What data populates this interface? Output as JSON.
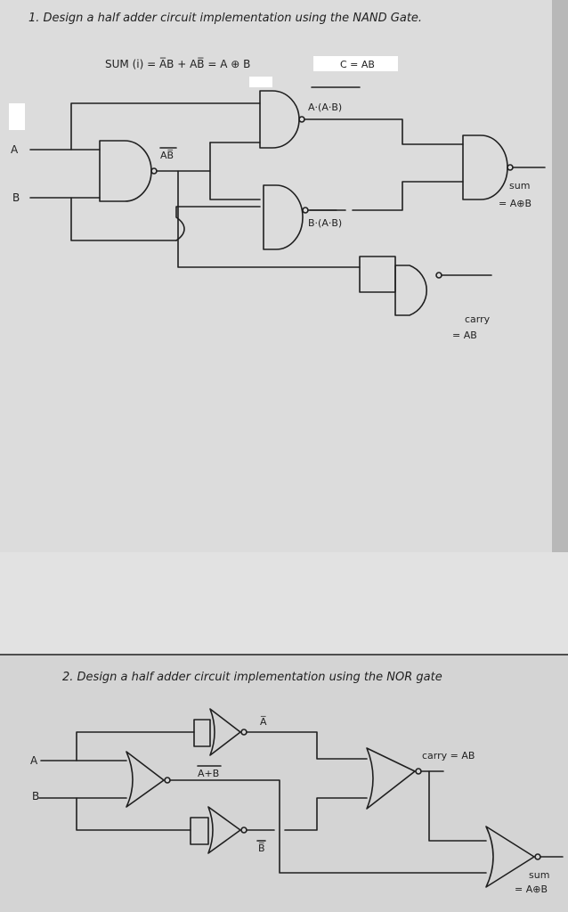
{
  "problem1": {
    "title": "1. Design a half adder circuit implementation using the NAND Gate.",
    "sum_equation": "SUM (i) = A̅B + AB̅ = A ⊕ B",
    "carry_box": "C = AB",
    "input_a": "A",
    "input_b": "B",
    "nand1_label": "AB̅",
    "nand2_label": "A·(A·B)",
    "nand3_label": "B·(A·B)",
    "sum_label": "sum",
    "sum_value": "= A⊕B",
    "carry_label": "carry",
    "carry_value": "= AB"
  },
  "problem2": {
    "title": "2. Design a half adder circuit implementation using the NOR gate",
    "input_a": "A",
    "input_b": "B",
    "not_a_label": "A̅",
    "nor_label": "A+B",
    "not_b_label": "B̅",
    "carry_label": "carry = AB",
    "sum_label": "sum",
    "sum_value": "= A⊕B"
  },
  "colors": {
    "paper": "#d9d9d9",
    "ink": "#1f1f1f",
    "highlight": "#ffffff"
  }
}
